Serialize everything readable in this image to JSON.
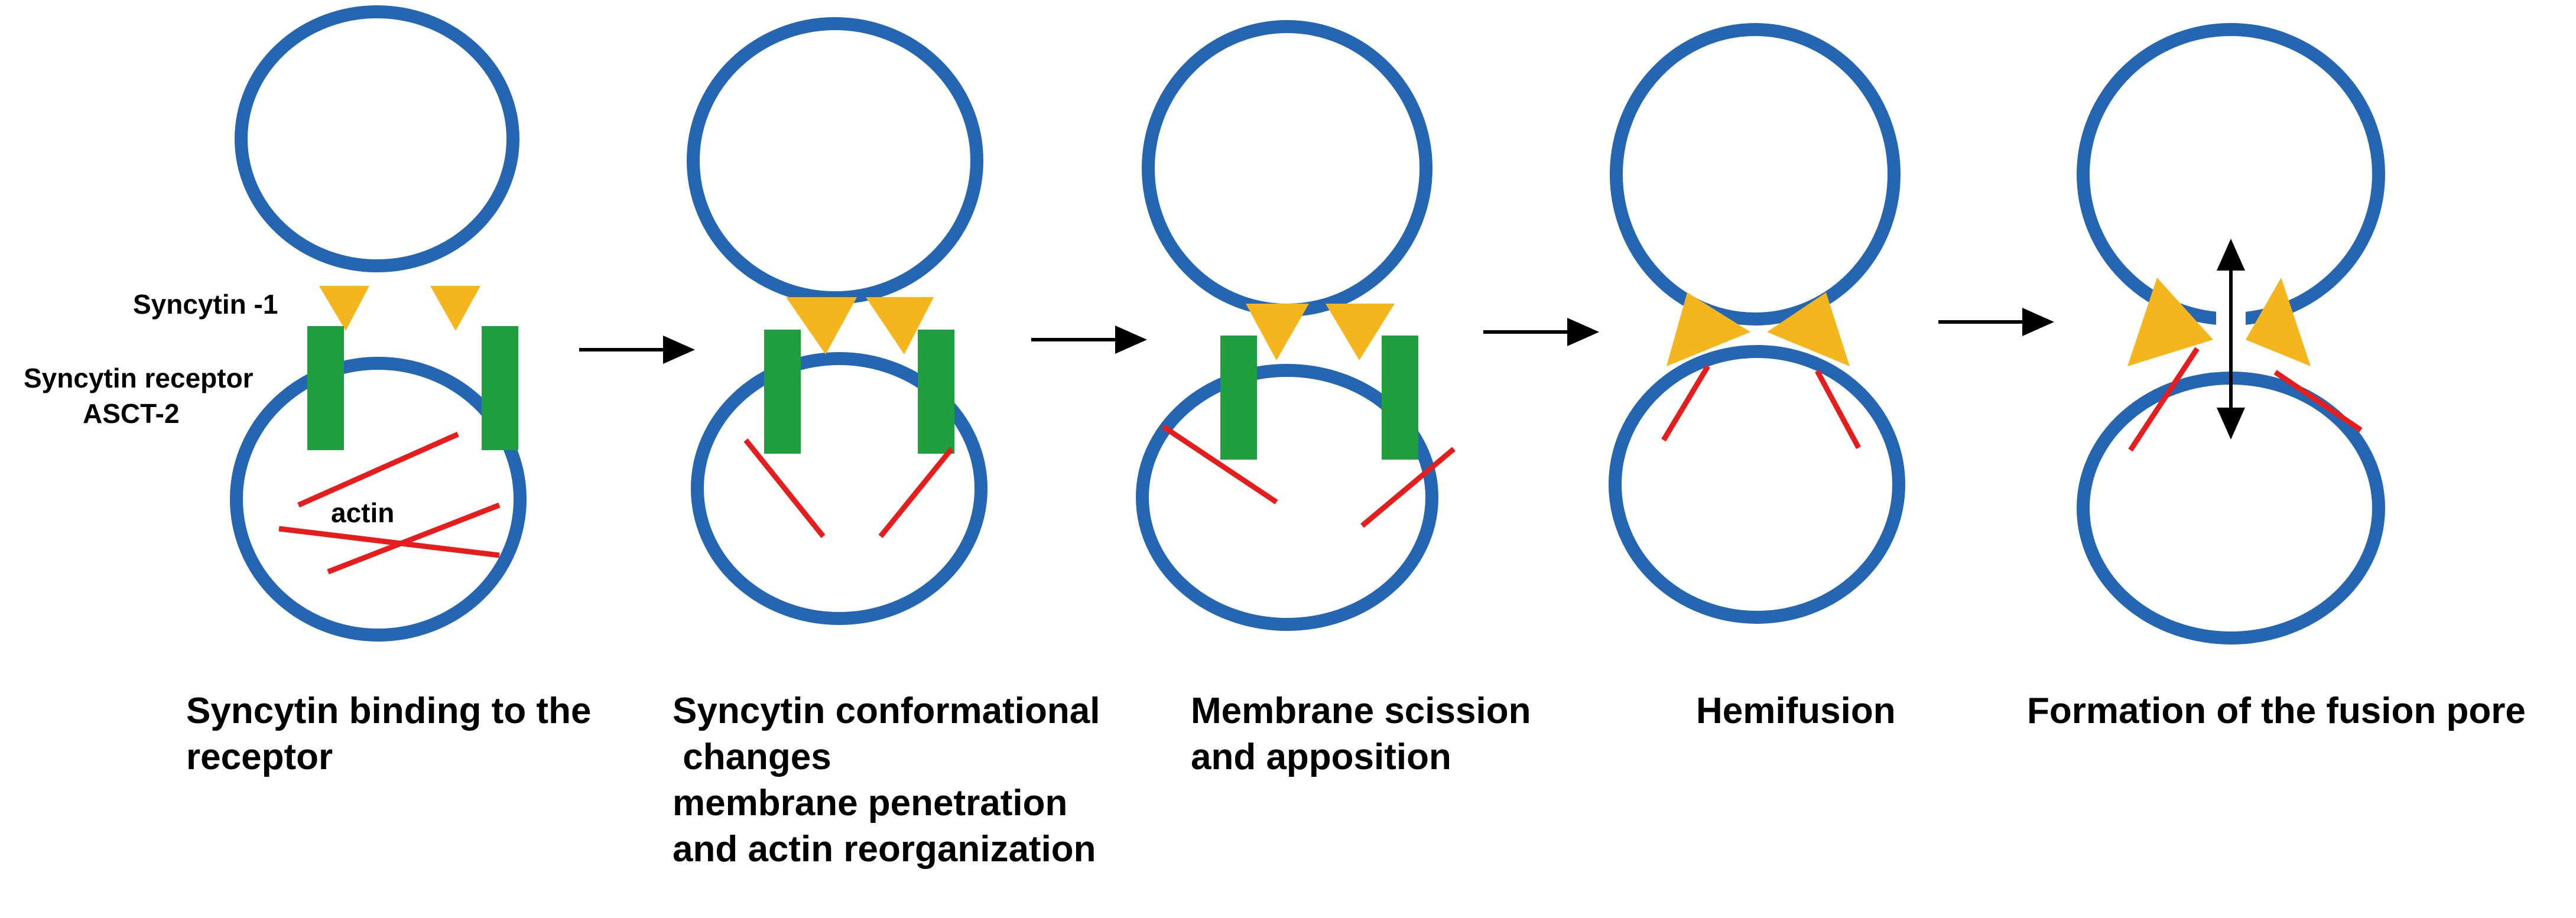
{
  "colors": {
    "membrane": "#2566b3",
    "syncytin": "#f5b51c",
    "receptor": "#1f9e3e",
    "actin": "#e61d1d",
    "arrow": "#000000"
  },
  "labels": {
    "syncytin": "Syncytin -1",
    "receptor_line1": "Syncytin receptor",
    "receptor_line2": "ASCT-2",
    "actin": "actin"
  },
  "stages": [
    {
      "caption_lines": [
        "Syncytin binding to the",
        "receptor"
      ]
    },
    {
      "caption_lines": [
        "Syncytin conformational",
        " changes",
        "membrane penetration",
        "and actin reorganization"
      ]
    },
    {
      "caption_lines": [
        "Membrane scission",
        "and apposition"
      ]
    },
    {
      "caption_lines": [
        "Hemifusion"
      ]
    },
    {
      "caption_lines": [
        "Formation of the fusion pore"
      ]
    }
  ],
  "icons": {
    "step_arrow": "right-arrow-icon",
    "pore_arrow": "double-headed-arrow-icon"
  }
}
